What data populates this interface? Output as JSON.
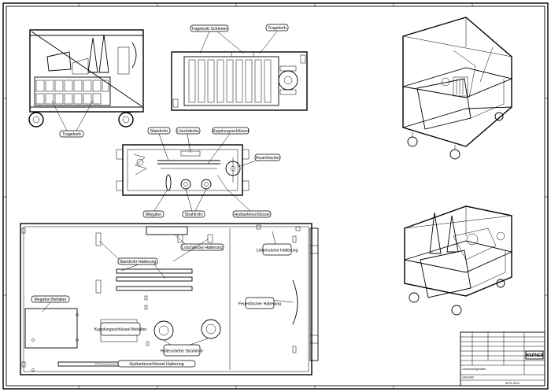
{
  "labels": {
    "tragekorb_schienen": "Tragekorb Schienen",
    "tragekorb_top": "Tragekorb",
    "tragekorb_side": "Tragekorb",
    "standrohr": "Standrohr",
    "loeschdecke": "Löschdecke",
    "kupplungsschluessel": "Kupplungsschlüssel",
    "feuerloescher": "Feuerlöscher",
    "megafon": "Megafon",
    "strahlrohr": "Strahlrohr",
    "hydrantenschluessel": "Hydrantenschlüssel",
    "loeschdecke_halterung": "Löschdecke Halterung",
    "leinensaecke_halterung": "Leinensäcke Halterung",
    "standrohr_halterung": "Standrohr Halterung",
    "megafon_behaelter": "Megafon Behälter",
    "feuerloescher_halterung": "Feuerlöscher Halterung",
    "kupplungsschluessel_behaelter": "Kupplungsschlüssel Behälter",
    "halteschiebe_strahlrohr": "Halteschiebe Strahlrohr",
    "hydrantenschluessel_halterung": "Hydrantenschlüssel Halterung"
  },
  "title_block": {
    "logo": "WERNER",
    "title_line1": "Löschrucksgeräten",
    "title_line2": "Übersicht",
    "drawing_number": "AP21-0010"
  }
}
